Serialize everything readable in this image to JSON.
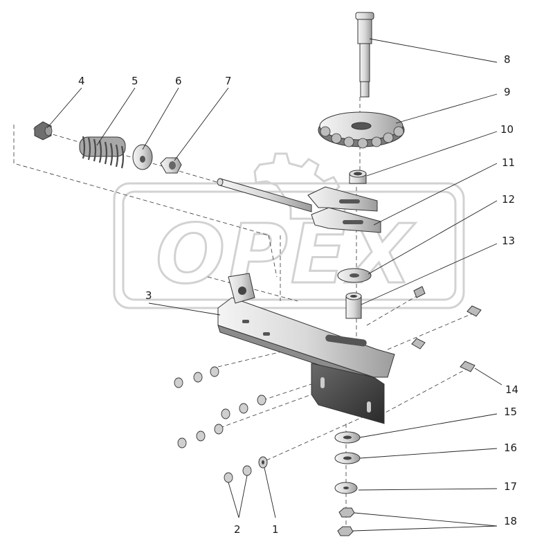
{
  "watermark": {
    "text": "OPEX"
  },
  "callouts": {
    "p1": "1",
    "p2": "2",
    "p3": "3",
    "p4": "4",
    "p5": "5",
    "p6": "6",
    "p7": "7",
    "p8": "8",
    "p9": "9",
    "p10": "10",
    "p11": "11",
    "p12": "12",
    "p13": "13",
    "p14": "14",
    "p15": "15",
    "p16": "16",
    "p17": "17",
    "p18": "18"
  }
}
